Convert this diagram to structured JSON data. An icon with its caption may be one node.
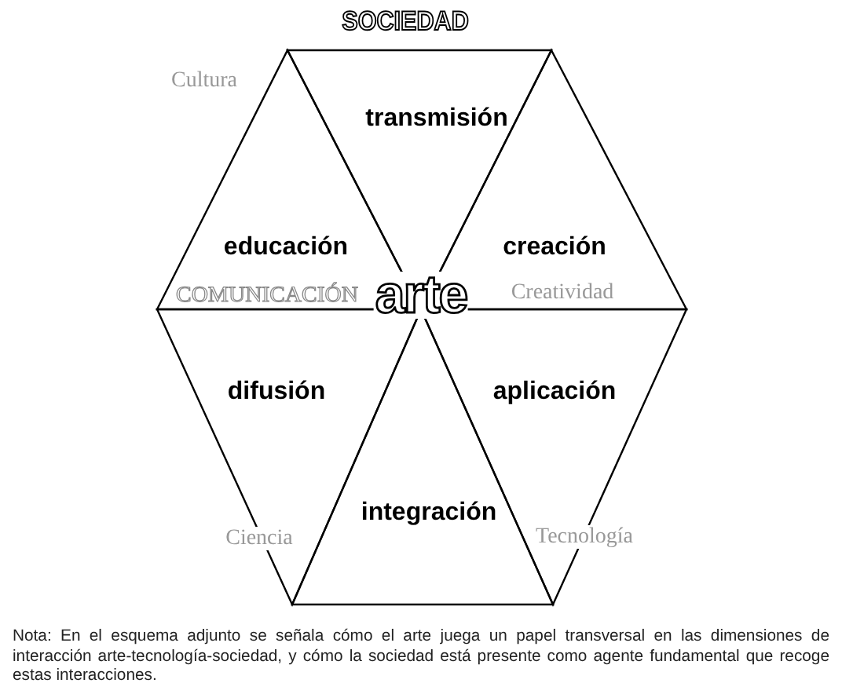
{
  "diagram": {
    "caption": "Nota: En el esquema adjunto se señala cómo el arte juega un papel transversal en las dimensiones de interacción arte-tecnología-sociedad, y cómo la sociedad está presente como agente fundamental que recoge estas interacciones.",
    "nodes": [
      {
        "text": [
          "transmisión"
        ]
      },
      {
        "text": [
          "creación"
        ]
      },
      {
        "text": [
          "educación"
        ]
      },
      {
        "text": [
          "aplicación"
        ]
      },
      {
        "text": [
          "difusión"
        ]
      },
      {
        "text": [
          "integración"
        ]
      }
    ],
    "labels": [
      "SOCIEDAD",
      "Cultura",
      "COMUNICACIÓN",
      "arte",
      "Creatividad",
      "Ciencia",
      "Tecnología"
    ]
  }
}
